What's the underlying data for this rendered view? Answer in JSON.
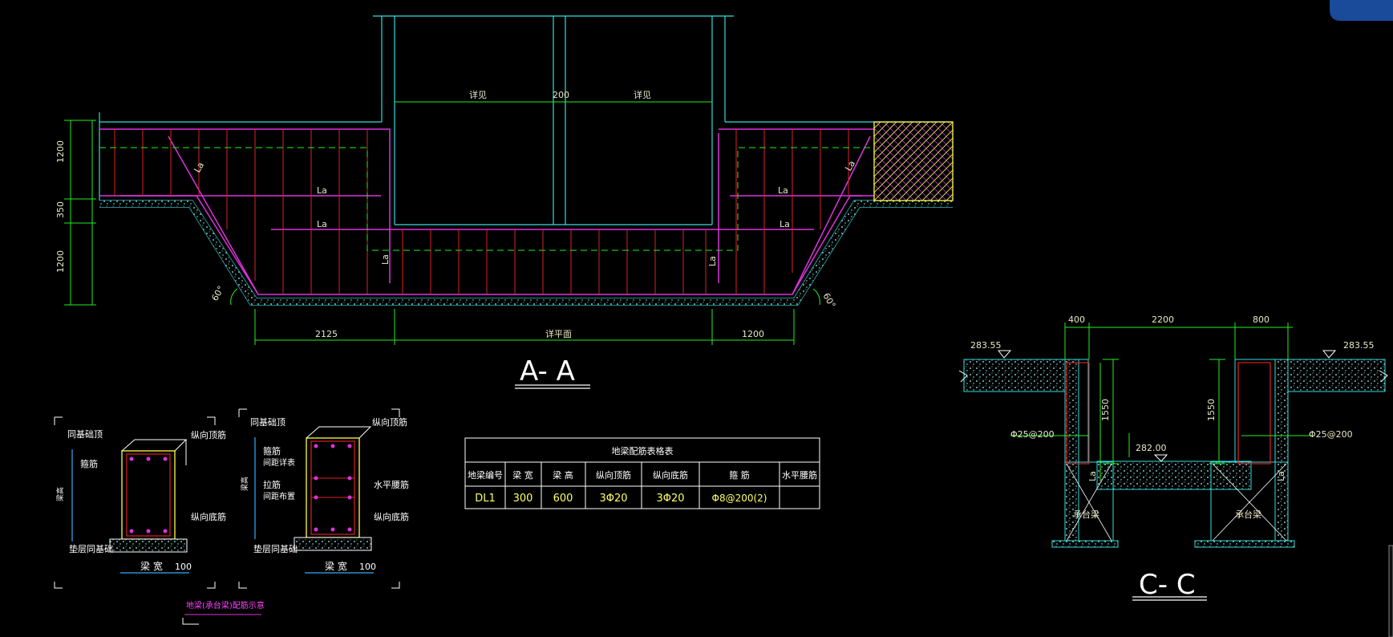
{
  "colors": {
    "background": "#000000",
    "cyan": "#33dddd",
    "magenta": "#dd33dd",
    "red": "#dd2222",
    "green": "#22ee22",
    "yellow": "#ffff44",
    "white": "#ffffff"
  },
  "section_aa": {
    "title": "A- A",
    "dims_left": [
      "1200",
      "350",
      "1200"
    ],
    "dims_bottom": [
      "2125",
      "详平面",
      "1200"
    ],
    "top_labels": [
      "详见",
      "200",
      "详见"
    ],
    "lap_labels": [
      "La",
      "La",
      "La",
      "La",
      "La",
      "La",
      "La",
      "La"
    ],
    "angles": [
      "60°",
      "60°"
    ]
  },
  "section_cc": {
    "title": "C- C",
    "dims_top": [
      "400",
      "2200",
      "800"
    ],
    "elev_left": "283.55",
    "elev_right": "283.55",
    "elev_mid": "282.00",
    "dims_vert": [
      "1550",
      "1550"
    ],
    "rebar_left": "Φ25@200",
    "rebar_right": "Φ25@200",
    "pile_labels": [
      "承台梁",
      "承台梁"
    ],
    "la": [
      "La",
      "La"
    ]
  },
  "beam_table": {
    "title": "地梁配筋表格表",
    "headers": [
      "地梁编号",
      "梁 宽",
      "梁 高",
      "纵向顶筋",
      "纵向底筋",
      "箍 筋",
      "水平腰筋"
    ],
    "row": [
      "DL1",
      "300",
      "600",
      "3Φ20",
      "3Φ20",
      "Φ8@200(2)",
      ""
    ]
  },
  "beam_detail_1": {
    "top_label": "同基础顶",
    "stirrup": "箍筋",
    "top_rebar": "纵向顶筋",
    "bottom_rebar": "纵向底筋",
    "side": "梁高",
    "bottom_label": "垫层同基础",
    "width": "梁 宽",
    "w100": "100"
  },
  "beam_detail_2": {
    "top_label": "同基础顶",
    "stirrup": "箍筋",
    "stirrup2": "间距详表",
    "tie": "拉筋",
    "tie2": "间距布置",
    "top_rebar": "纵向顶筋",
    "waist": "水平腰筋",
    "bottom_rebar": "纵向底筋",
    "side": "梁高",
    "bottom_label": "垫层同基础",
    "width": "梁 宽",
    "w100": "100"
  },
  "caption": "地梁(承台梁)配筋示意"
}
